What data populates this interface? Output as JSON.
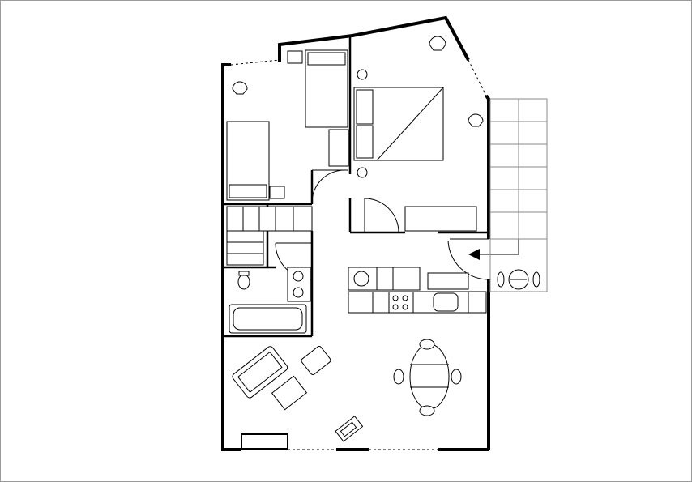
{
  "colors": {
    "background": "#ffffff",
    "frame": "#9a9a9a",
    "wall": "#000000",
    "furniture_stroke": "#000000",
    "stair_stroke": "#8a8a8a"
  },
  "rooms": [
    "bedroom-small",
    "bedroom-master",
    "bathroom",
    "kitchen",
    "living-dining",
    "stairs",
    "balcony"
  ],
  "icons": [
    "door-arc",
    "window-dashed",
    "bed",
    "chair",
    "dining-table",
    "sofa",
    "bathtub",
    "toilet",
    "sink",
    "stove",
    "entry-arrow"
  ]
}
